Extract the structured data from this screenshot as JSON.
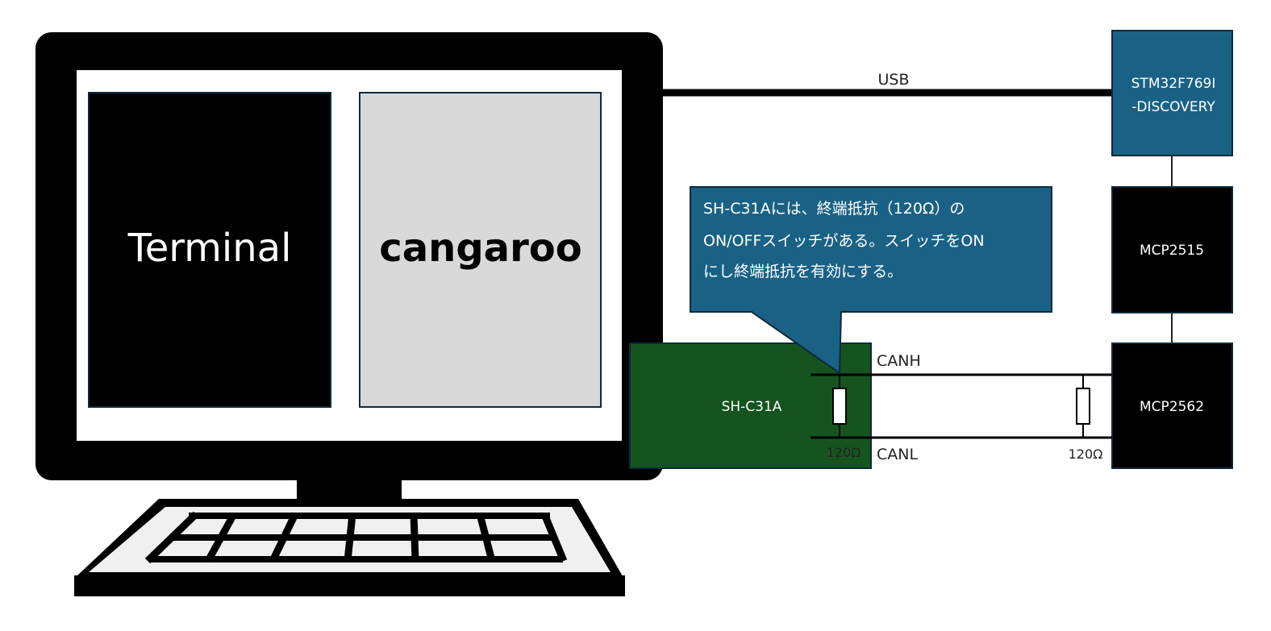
{
  "computer": {
    "left_pane_label": "Terminal",
    "right_pane_label": "cangaroo"
  },
  "links": {
    "usb_label": "USB",
    "canh_label": "CANH",
    "canl_label": "CANL"
  },
  "boards": {
    "stm32_line1": "STM32F769I",
    "stm32_line2": "-DISCOVERY",
    "mcp2515": "MCP2515",
    "mcp2562": "MCP2562",
    "sh_c31a": "SH-C31A"
  },
  "resistors": {
    "left_value": "120Ω",
    "right_value": "120Ω"
  },
  "callout": {
    "line1": "SH-C31Aには、終端抵抗（120Ω）の",
    "line2": "ON/OFFスイッチがある。スイッチをON",
    "line3": "にし終端抵抗を有効にする。"
  },
  "colors": {
    "stm32_fill": "#1a6285",
    "callout_fill": "#1a6285",
    "sh_c31a_fill": "#16541f",
    "chip_fill": "#000000",
    "right_pane_fill": "#d9d9d9",
    "keyboard_fill": "#f0f0f0"
  }
}
